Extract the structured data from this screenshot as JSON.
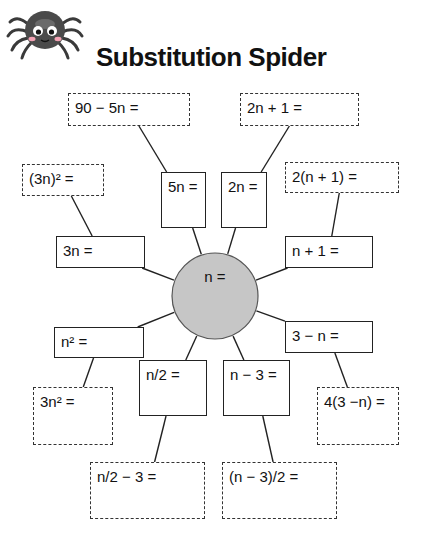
{
  "diagram": {
    "title": "Substitution Spider",
    "nodes": [
      {
        "text": [
          "90 − 5n ="
        ]
      },
      {
        "text": [
          "2n + 1 ="
        ]
      },
      {
        "text": [
          "(3n)² ="
        ]
      },
      {
        "text": [
          "5n ="
        ]
      },
      {
        "text": [
          "2n ="
        ]
      },
      {
        "text": [
          "2(n + 1) ="
        ]
      },
      {
        "text": [
          "3n ="
        ]
      },
      {
        "text": [
          "n + 1 ="
        ]
      },
      {
        "text": [
          "n ="
        ]
      },
      {
        "text": [
          "n² ="
        ]
      },
      {
        "text": [
          "3 − n ="
        ]
      },
      {
        "text": [
          "n/2 ="
        ]
      },
      {
        "text": [
          "n − 3 ="
        ]
      },
      {
        "text": [
          "3n² ="
        ]
      },
      {
        "text": [
          "4(3 −n) ="
        ]
      },
      {
        "text": [
          "n/2 − 3 ="
        ]
      },
      {
        "text": [
          "(n − 3)/2 ="
        ]
      }
    ],
    "edges": [
      {
        "from": 8,
        "to": 3,
        "arrow": "none"
      },
      {
        "from": 8,
        "to": 4,
        "arrow": "none"
      },
      {
        "from": 8,
        "to": 6,
        "arrow": "none"
      },
      {
        "from": 8,
        "to": 7,
        "arrow": "none"
      },
      {
        "from": 8,
        "to": 9,
        "arrow": "none"
      },
      {
        "from": 8,
        "to": 10,
        "arrow": "none"
      },
      {
        "from": 8,
        "to": 11,
        "arrow": "none"
      },
      {
        "from": 8,
        "to": 12,
        "arrow": "none"
      },
      {
        "from": 3,
        "to": 0,
        "arrow": "none"
      },
      {
        "from": 4,
        "to": 1,
        "arrow": "none"
      },
      {
        "from": 6,
        "to": 2,
        "arrow": "none"
      },
      {
        "from": 7,
        "to": 5,
        "arrow": "none"
      },
      {
        "from": 9,
        "to": 13,
        "arrow": "none"
      },
      {
        "from": 10,
        "to": 14,
        "arrow": "none"
      },
      {
        "from": 11,
        "to": 15,
        "arrow": "none"
      },
      {
        "from": 12,
        "to": 16,
        "arrow": "none"
      }
    ]
  }
}
